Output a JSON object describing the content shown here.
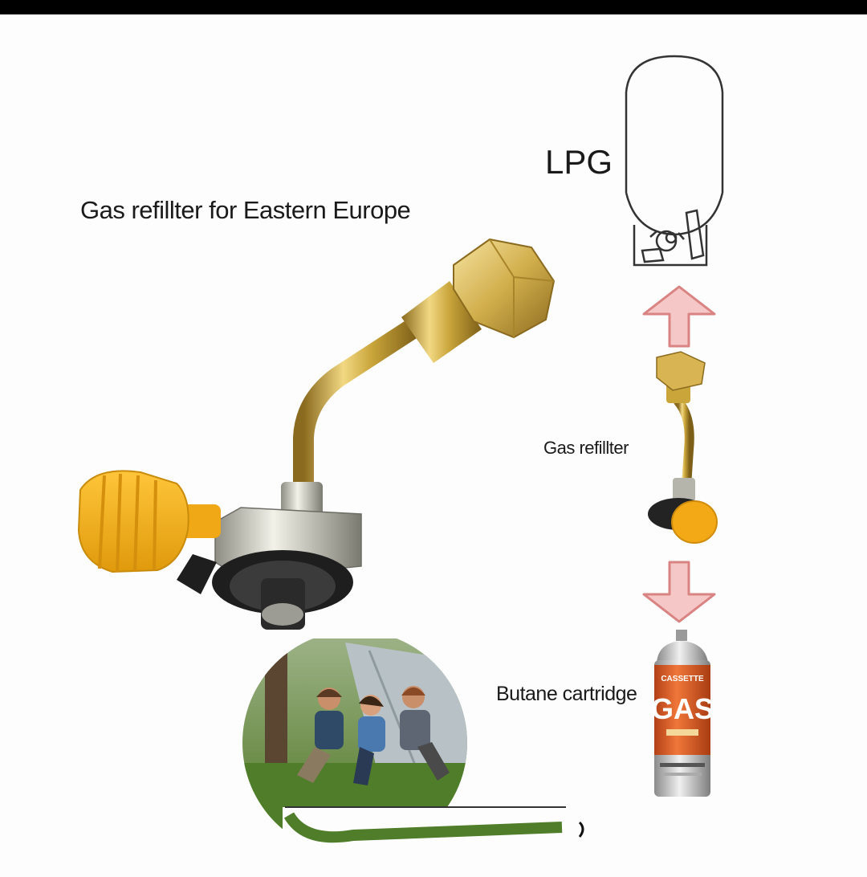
{
  "heading": "Gas refillter for Eastern Europe",
  "labels": {
    "lpg": "LPG",
    "gas_refillter": "Gas refillter",
    "butane_cartridge": "Butane cartridge"
  },
  "cartridge_print": {
    "brand": "CASSETTE",
    "word": "GAS"
  },
  "colors": {
    "brass": "#c9a53a",
    "knob_orange": "#f3a916",
    "arrow_pink": "#f0a5a5",
    "can_orange": "#e4672c"
  },
  "icons": [
    "lpg-cylinder-icon",
    "up-arrow-icon",
    "down-arrow-icon"
  ]
}
